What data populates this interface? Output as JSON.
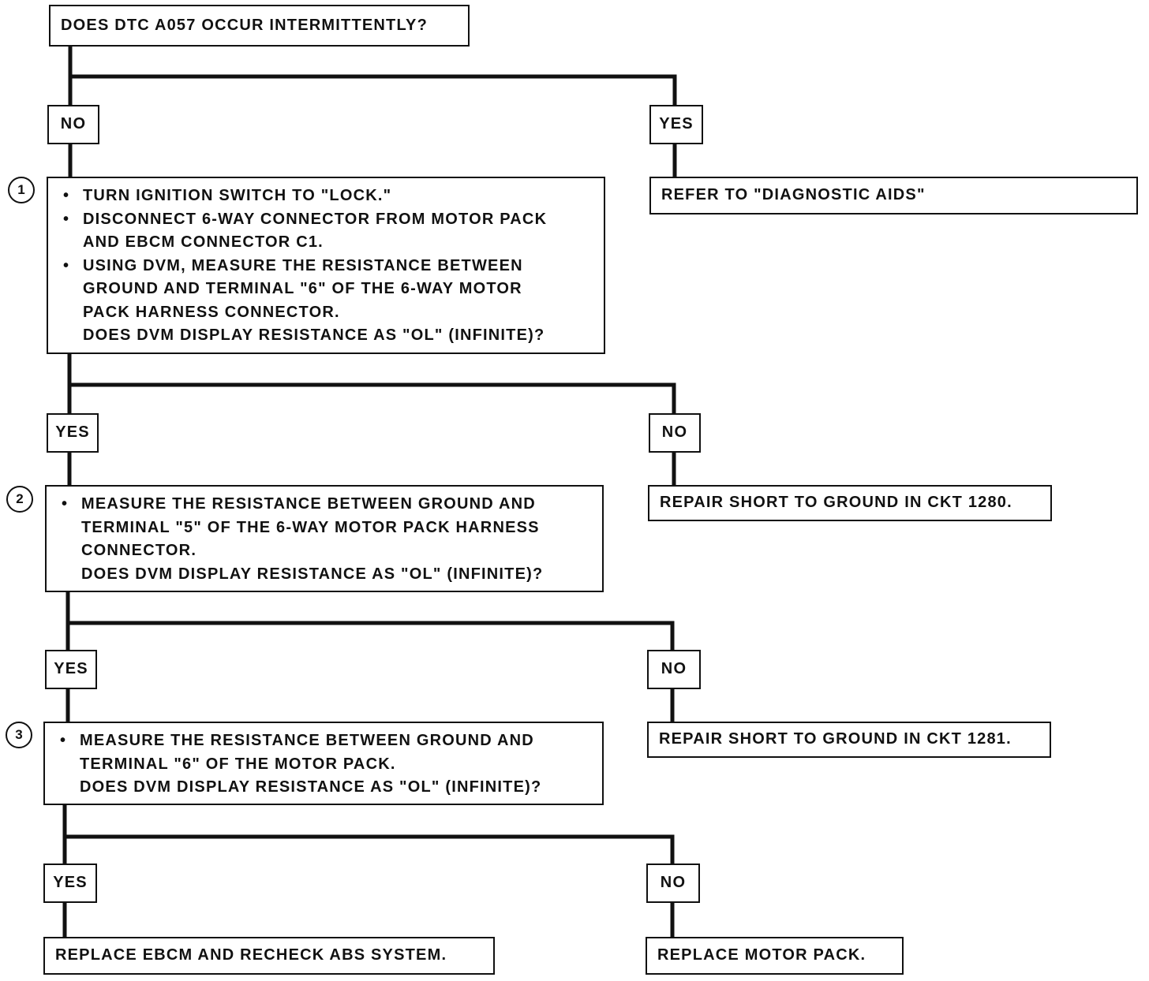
{
  "start_question": "DOES DTC A057 OCCUR INTERMITTENTLY?",
  "answers": {
    "no": "NO",
    "yes": "YES"
  },
  "yes_branch_1": "REFER TO \"DIAGNOSTIC AIDS\"",
  "step1": {
    "number": "1",
    "bullets": [
      "TURN IGNITION SWITCH TO \"LOCK.\"",
      "DISCONNECT 6-WAY CONNECTOR FROM MOTOR PACK",
      "AND EBCM CONNECTOR C1.",
      "USING DVM, MEASURE THE RESISTANCE BETWEEN",
      "GROUND AND TERMINAL \"6\" OF THE 6-WAY MOTOR",
      "PACK HARNESS CONNECTOR."
    ],
    "question": "DOES DVM DISPLAY RESISTANCE AS \"OL\" (INFINITE)?"
  },
  "step1_no_result": "REPAIR SHORT TO GROUND IN CKT 1280.",
  "step2": {
    "number": "2",
    "lines": [
      "MEASURE THE RESISTANCE BETWEEN GROUND AND",
      "TERMINAL \"5\" OF THE 6-WAY MOTOR PACK HARNESS",
      "CONNECTOR."
    ],
    "question": "DOES DVM DISPLAY RESISTANCE AS \"OL\" (INFINITE)?"
  },
  "step2_no_result": "REPAIR SHORT TO GROUND IN CKT 1281.",
  "step3": {
    "number": "3",
    "lines": [
      "MEASURE THE RESISTANCE BETWEEN GROUND AND",
      "TERMINAL \"6\" OF THE MOTOR PACK."
    ],
    "question": "DOES DVM DISPLAY RESISTANCE AS \"OL\" (INFINITE)?"
  },
  "step3_yes_result": "REPLACE EBCM AND RECHECK ABS SYSTEM.",
  "step3_no_result": "REPLACE MOTOR PACK."
}
